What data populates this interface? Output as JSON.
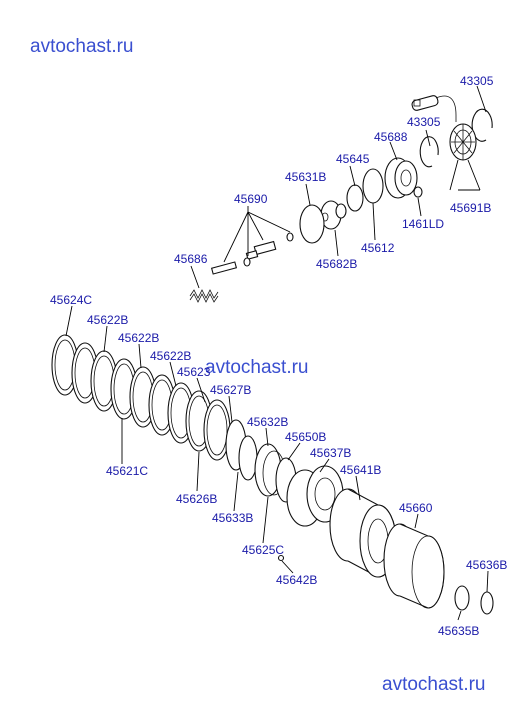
{
  "watermark": {
    "top_left": "avtochast.ru",
    "center": "avtochast.ru",
    "bottom_right": "avtochast.ru"
  },
  "labels": {
    "p43305_top": "43305",
    "p43305_mid": "43305",
    "p45688": "45688",
    "p45645": "45645",
    "p45631B": "45631B",
    "p45690": "45690",
    "p45686": "45686",
    "p45682B": "45682B",
    "p45612": "45612",
    "p1461LD": "1461LD",
    "p45691B": "45691B",
    "p45624C": "45624C",
    "p45622B_1": "45622B",
    "p45622B_2": "45622B",
    "p45622B_3": "45622B",
    "p45623": "45623",
    "p45627B": "45627B",
    "p45632B": "45632B",
    "p45650B": "45650B",
    "p45637B": "45637B",
    "p45641B": "45641B",
    "p45621C": "45621C",
    "p45626B": "45626B",
    "p45633B": "45633B",
    "p45660": "45660",
    "p45625C": "45625C",
    "p45642B": "45642B",
    "p45636B": "45636B",
    "p45635B": "45635B"
  },
  "colors": {
    "label": "#1a1aa8",
    "watermark": "#3a4fd0",
    "line": "#000000"
  }
}
